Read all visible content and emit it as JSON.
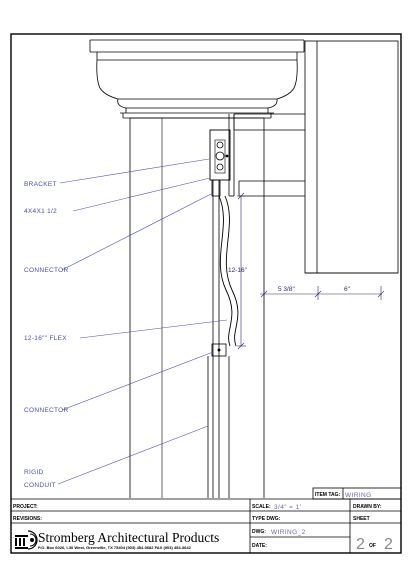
{
  "drawing": {
    "callouts": {
      "bracket": "BRACKET",
      "box": "4X4X1 1/2",
      "connector_top": "CONNECTOR",
      "flex": "12-16\"\" FLEX",
      "connector_bottom": "CONNECTOR",
      "rigid_line1": "RIGID",
      "rigid_line2": "CONDUIT"
    },
    "dimensions": {
      "vertical": "12-16\"",
      "horizontal_left": "5 3/8\"",
      "horizontal_right": "6\""
    }
  },
  "title_block": {
    "item_tag_label": "ITEM TAG:",
    "item_tag_value": "WIRING",
    "project_label": "PROJECT:",
    "scale_label": "SCALE:",
    "scale_value": "3/4\" = 1'",
    "drawn_by_label": "DRAWN BY:",
    "revisions_label": "REVISIONS:",
    "type_dwg_label": "TYPE DWG:",
    "sheet_label": "SHEET",
    "dwg_label": "DWG:",
    "dwg_value": "WIRING_2",
    "date_label": "DATE:",
    "company": "Stromberg Architectural Products",
    "address": "P.O. Box 6026, I-30 West, Greenville, TX 75404   (903) 454-0682   FAX (903) 454-3642",
    "sheet_current": "2",
    "sheet_of": "OF",
    "sheet_total": "2"
  }
}
